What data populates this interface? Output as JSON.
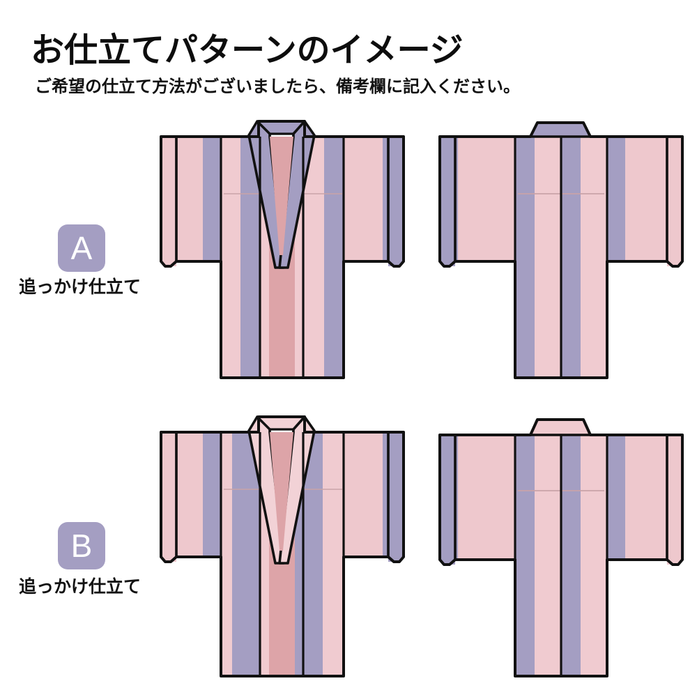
{
  "header": {
    "title": "お仕立てパターンのイメージ",
    "subtitle": "ご希望の仕立て方法がございましたら、備考欄に記入ください。"
  },
  "patterns": [
    {
      "badge": "A",
      "label": "追っかけ仕立て",
      "front_alt": "着物 前身頃 Aパターン",
      "back_alt": "着物 後身頃 Aパターン",
      "collar_color": "purple"
    },
    {
      "badge": "B",
      "label": "追っかけ仕立て",
      "front_alt": "着物 前身頃 Bパターン",
      "back_alt": "着物 後身頃 Bパターン",
      "collar_color": "pink"
    }
  ],
  "colors": {
    "pink": "#eec8cd",
    "pink_light": "#f2d2d6",
    "pink_dark": "#dba0a4",
    "purple": "#a49ec2",
    "purple_dark": "#9a93bb",
    "outline": "#111111",
    "badge_bg": "#a49ec2",
    "badge_text": "#ffffff",
    "text": "#111111",
    "background": "#ffffff"
  }
}
